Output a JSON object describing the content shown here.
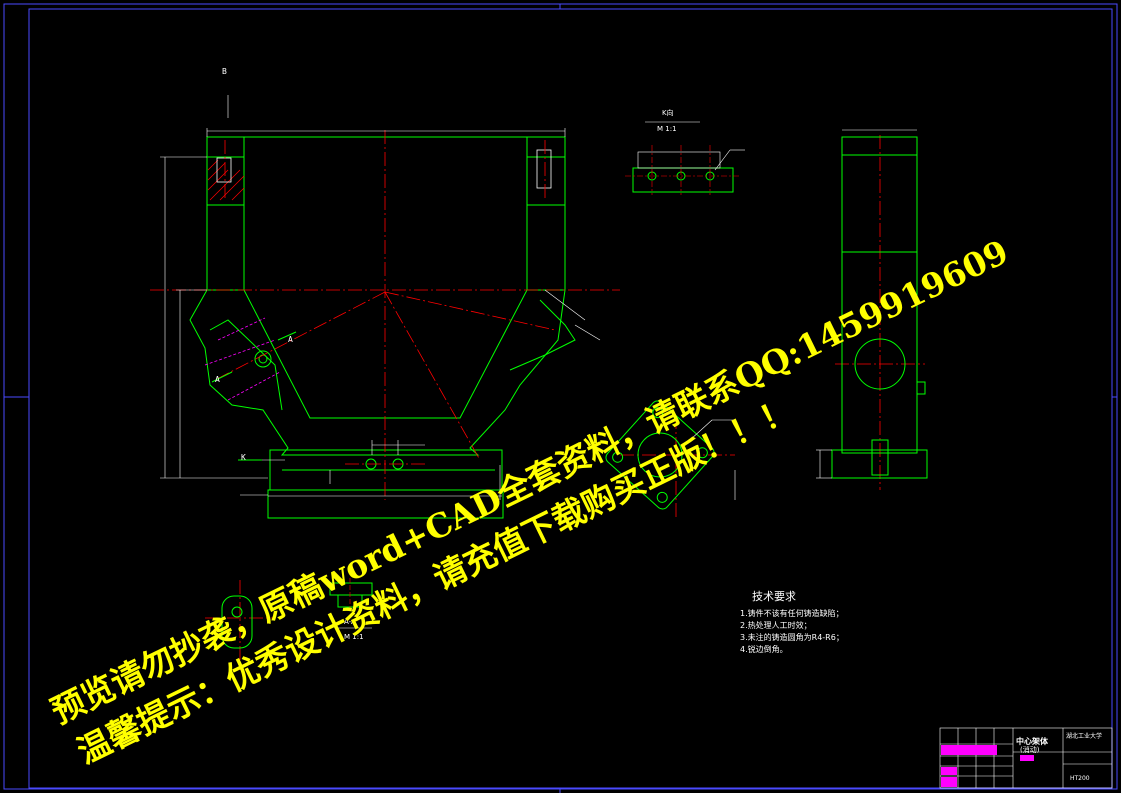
{
  "drawing": {
    "section_b_label": "B",
    "view_k_title": "K向",
    "view_k_scale": "M 1:1",
    "section_aa_title": "A-A",
    "section_aa_scale": "M 1:1",
    "arrow_label_k": "K",
    "arrow_label_a1": "A",
    "arrow_label_a2": "A"
  },
  "requirements": {
    "title": "技术要求",
    "items": [
      "1.铸件不该有任何铸造缺陷；",
      "2.热处理人工时效；",
      "3.未注的铸造圆角为R4-R6；",
      "4.锐边倒角。"
    ]
  },
  "watermark": {
    "line1": "预览请勿抄袭，原稿word+CAD全套资料，请联系QQ:1459919609",
    "line2": "温馨提示：优秀设计资料，请充值下载购买正版！！！"
  },
  "title_block": {
    "part_name": "中心架体",
    "part_note": "(消动)",
    "school": "湖北工业大学",
    "material": "HT200"
  },
  "colors": {
    "outline": "#00ff00",
    "centerline": "#ff0000",
    "dimension": "#ffffff",
    "hidden": "#ff00ff",
    "frame": "#4a4aff",
    "watermark": "#ffff00"
  }
}
